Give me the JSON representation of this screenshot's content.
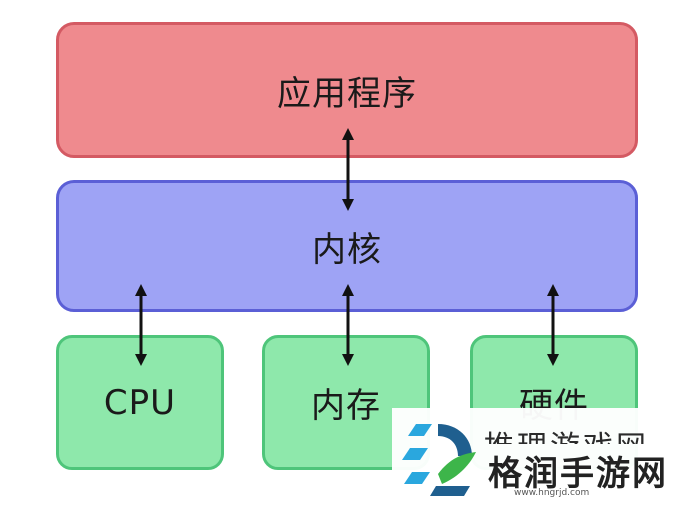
{
  "layers": {
    "application": "应用程序",
    "kernel": "内核",
    "hardware": [
      "CPU",
      "内存",
      "硬件"
    ]
  },
  "colors": {
    "application_fill": "#ef8a8e",
    "kernel_fill": "#9ea3f5",
    "hardware_fill": "#8ee8ab",
    "arrow": "#111111"
  },
  "watermark": {
    "partial_line": "推理游戏网",
    "site_name": "格润手游网",
    "url": "www.hngrjd.com"
  }
}
